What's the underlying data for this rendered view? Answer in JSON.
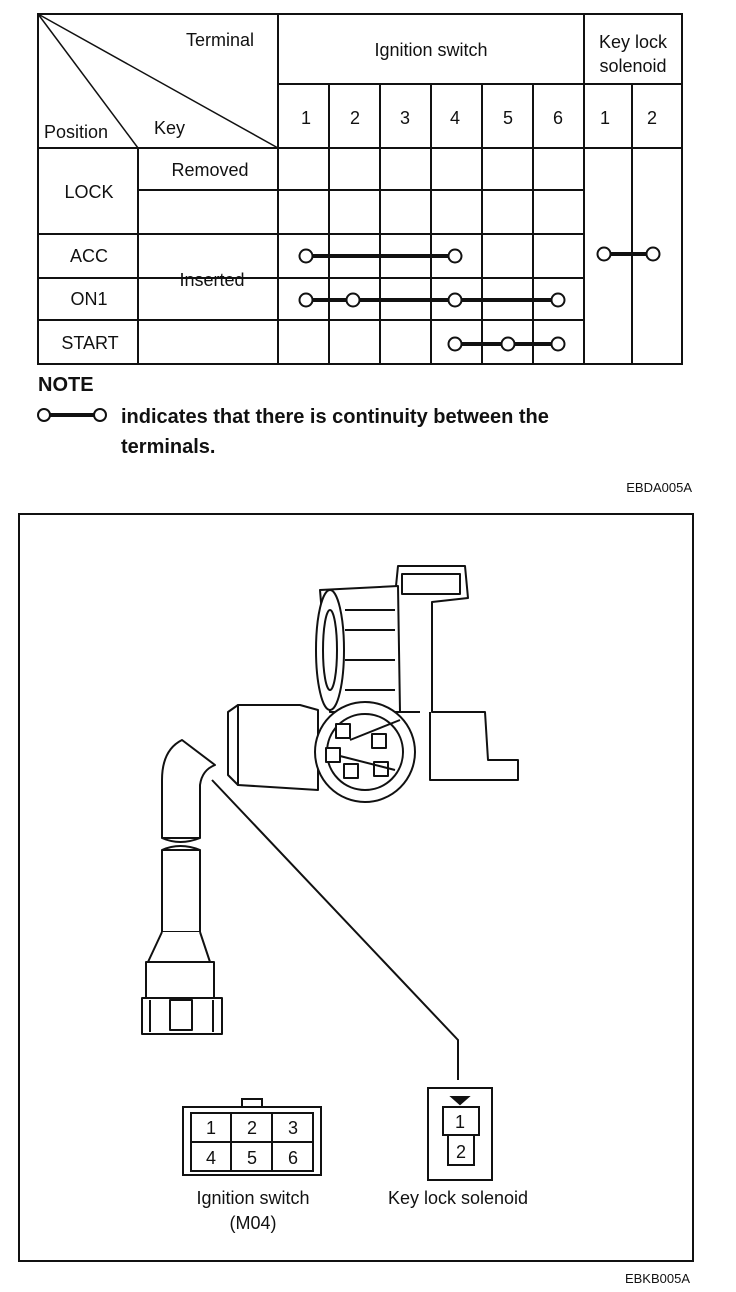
{
  "table": {
    "header": {
      "terminal": "Terminal",
      "key": "Key",
      "position": "Position",
      "ignition_switch": "Ignition switch",
      "key_lock_line1": "Key lock",
      "key_lock_line2": "solenoid",
      "ignition_terminals": [
        "1",
        "2",
        "3",
        "4",
        "5",
        "6"
      ],
      "keylock_terminals": [
        "1",
        "2"
      ]
    },
    "rows": {
      "lock": "LOCK",
      "acc": "ACC",
      "on1": "ON1",
      "start": "START",
      "removed": "Removed",
      "inserted": "Inserted"
    },
    "continuity": [
      {
        "position": "ACC",
        "group": "ignition",
        "terminals": [
          1,
          4
        ]
      },
      {
        "position": "ON1",
        "group": "ignition",
        "terminals": [
          1,
          2,
          4,
          6
        ]
      },
      {
        "position": "START",
        "group": "ignition",
        "terminals": [
          4,
          5,
          6
        ]
      },
      {
        "position": "ACC-START",
        "group": "keylock",
        "terminals": [
          1,
          2
        ]
      }
    ]
  },
  "note": {
    "heading": "NOTE",
    "line1": "indicates that there is continuity between the",
    "line2": "terminals."
  },
  "codes": {
    "table_code": "EBDA005A",
    "figure_code": "EBKB005A"
  },
  "figure": {
    "ignition_connector_pins": [
      "1",
      "2",
      "3",
      "4",
      "5",
      "6"
    ],
    "ignition_label_line1": "Ignition switch",
    "ignition_label_line2": "(M04)",
    "keylock_connector_pins": [
      "1",
      "2"
    ],
    "keylock_label": "Key lock solenoid"
  }
}
